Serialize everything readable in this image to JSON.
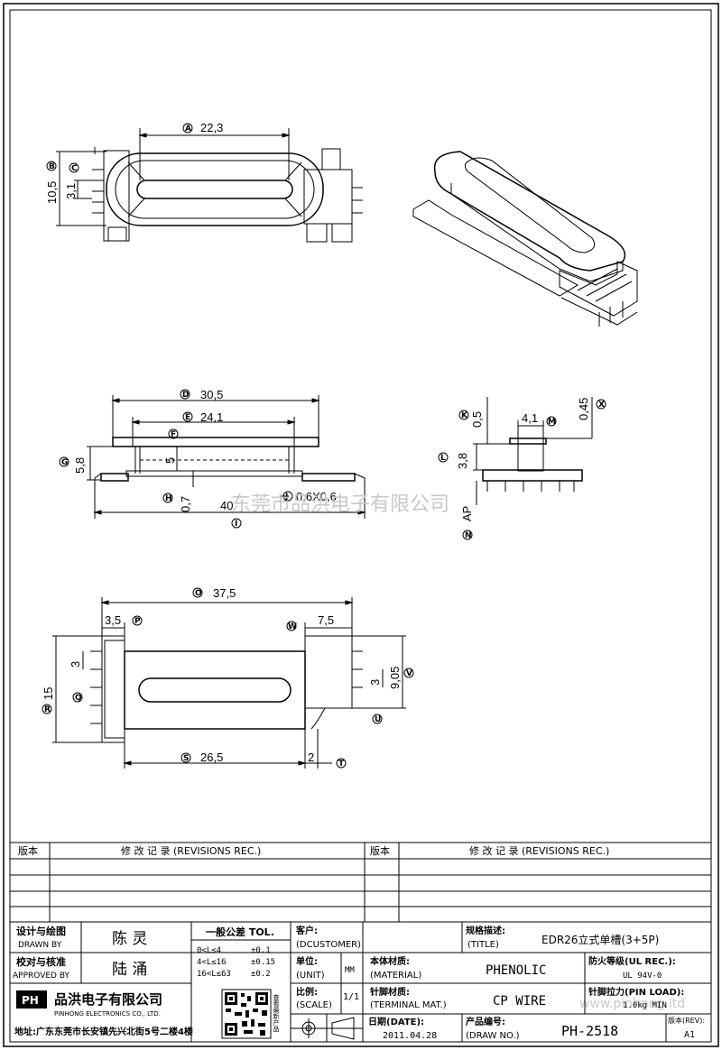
{
  "dims": {
    "A": "22,3",
    "B": "10,5",
    "C": "3,1",
    "D": "30,5",
    "E": "24,1",
    "G": "5,8",
    "F5": "5",
    "H": "0,7",
    "I": "40",
    "J": "0,6X0,6",
    "K": "0,5",
    "M": "4,1",
    "X": "0,45",
    "L": "3,8",
    "N": "AP",
    "O": "37,5",
    "P": "3,5",
    "W": "7,5",
    "R": "15",
    "Q": "3",
    "S": "26,5",
    "T": "2",
    "V": "9,05",
    "U": "3"
  },
  "circles": {
    "A": "A",
    "B": "B",
    "C": "C",
    "D": "D",
    "E": "E",
    "F": "F",
    "G": "G",
    "H": "H",
    "I": "I",
    "J": "J",
    "K": "K",
    "M": "M",
    "X": "X",
    "L": "L",
    "N": "N",
    "O": "O",
    "P": "P",
    "W": "W",
    "R": "R",
    "Q": "Q",
    "S": "S",
    "T": "T",
    "V": "V",
    "U": "U"
  },
  "watermark": {
    "cn": "东莞市品洪电子有限公司",
    "en": "www.pinhong.ltd"
  },
  "revisions": {
    "ver_label": "版本",
    "rec_label": "修 改 记 录 (REVISIONS REC.)"
  },
  "titleblock": {
    "designer_label": "设计与绘图",
    "designer_label_en": "DRAWN BY",
    "designer": "陈 灵",
    "checker_label": "校对与核准",
    "checker_label_en": "APPROVED BY",
    "checker": "陆 涌",
    "tol_title": "一般公差 TOL.",
    "tol_rows": [
      {
        "range": "0<L≤4",
        "val": "±0.1"
      },
      {
        "range": "4<L≤16",
        "val": "±0.15"
      },
      {
        "range": "16<L≤63",
        "val": "±0.2"
      }
    ],
    "customer_label": "客户:",
    "customer_label_en": "(DCUSTOMER)",
    "title_label": "规格描述:",
    "title_label_en": "(TITLE)",
    "title": "EDR26立式单槽(3+5P)",
    "unit_label": "单位:",
    "unit_label_en": "(UNIT)",
    "unit": "MM",
    "material_label": "本体材质:",
    "material_label_en": "(MATERIAL)",
    "material": "PHENOLIC",
    "fire_label": "防火等级(UL REC.):",
    "fire": "UL 94V-0",
    "scale_label": "比例:",
    "scale_label_en": "(SCALE)",
    "scale": "1/1",
    "terminal_label": "针脚材质:",
    "terminal_label_en": "(TERMINAL MAT.)",
    "terminal": "CP WIRE",
    "pinload_label": "针脚拉力(PIN LOAD):",
    "pinload": "1.0kg MIN",
    "date_label": "日期(DATE):",
    "date": "2011.04.28",
    "drawno_label": "产品编号:",
    "drawno_label_en": "(DRAW NO.)",
    "drawno": "PH-2518",
    "rev_label": "版本(REV):",
    "rev": "A1",
    "company_logo": "PH",
    "company": "品洪电子有限公司",
    "company_en": "PINHONG ELECTRONICS CO., LTD.",
    "address": "地址:广东东莞市长安镇先兴北街5号二楼4楼",
    "qr_caption": "查看最新产品"
  }
}
